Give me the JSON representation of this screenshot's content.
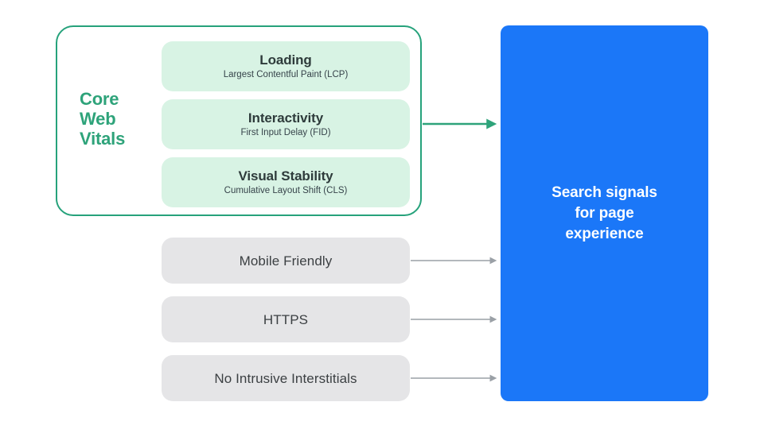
{
  "diagram": {
    "title": "Core Web Vitals and page experience search signals",
    "colors": {
      "green_accent": "#2EA37A",
      "green_border": "#26A27B",
      "green_pill_bg": "#D8F3E4",
      "gray_pill_bg": "#E5E5E7",
      "blue_panel": "#1B77F8",
      "arrow_green": "#2EA37A",
      "arrow_gray": "#9AA0A6",
      "text_dark": "#3C4043",
      "text_white": "#FFFFFF",
      "background": "#FFFFFF"
    }
  },
  "core_web_vitals": {
    "label_lines": [
      "Core",
      "Web",
      "Vitals"
    ],
    "label_full": "Core Web Vitals",
    "metrics": [
      {
        "title": "Loading",
        "subtitle": "Largest Contentful Paint (LCP)",
        "abbr": "LCP"
      },
      {
        "title": "Interactivity",
        "subtitle": "First Input Delay (FID)",
        "abbr": "FID"
      },
      {
        "title": "Visual Stability",
        "subtitle": "Cumulative Layout Shift (CLS)",
        "abbr": "CLS"
      }
    ]
  },
  "other_signals": [
    {
      "title": "Mobile Friendly"
    },
    {
      "title": "HTTPS"
    },
    {
      "title": "No Intrusive Interstitials"
    }
  ],
  "outcome": {
    "lines": [
      "Search signals",
      "for page",
      "experience"
    ],
    "full": "Search signals for page experience"
  },
  "connectors": [
    {
      "name": "core-web-vitals-to-outcome",
      "style": "green-thick"
    },
    {
      "name": "mobile-friendly-to-outcome",
      "style": "gray-thin"
    },
    {
      "name": "https-to-outcome",
      "style": "gray-thin"
    },
    {
      "name": "no-intrusive-interstitials-to-outcome",
      "style": "gray-thin"
    }
  ]
}
